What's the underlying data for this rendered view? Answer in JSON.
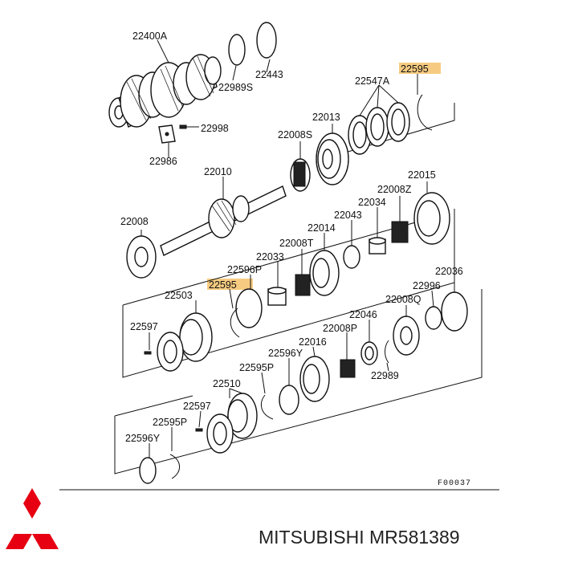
{
  "diagram": {
    "highlight_color": "#f5c26b",
    "labels": {
      "p22400A": "22400A",
      "p22443": "22443",
      "p22989S": "22989S",
      "p22998": "22998",
      "p22986": "22986",
      "p22595_top": "22595",
      "p22547A": "22547A",
      "p22013": "22013",
      "p22008S": "22008S",
      "p22010": "22010",
      "p22015": "22015",
      "p22008Z": "22008Z",
      "p22034": "22034",
      "p22043": "22043",
      "p22008": "22008",
      "p22014": "22014",
      "p22008T": "22008T",
      "p22033": "22033",
      "p22596P": "22596P",
      "p22595_mid": "22595",
      "p22036": "22036",
      "p22996": "22996",
      "p22503": "22503",
      "p22008Q": "22008Q",
      "p22046": "22046",
      "p22597_a": "22597",
      "p22008P": "22008P",
      "p22016": "22016",
      "p22596Y_a": "22596Y",
      "p22989": "22989",
      "p22595P_a": "22595P",
      "p22510": "22510",
      "p22597_b": "22597",
      "p22595P_b": "22595P",
      "p22596Y_b": "22596Y"
    },
    "figure_code": "F00037"
  },
  "footer": {
    "brand_color": "#e60012",
    "part_text": "MITSUBISHI MR581389"
  }
}
